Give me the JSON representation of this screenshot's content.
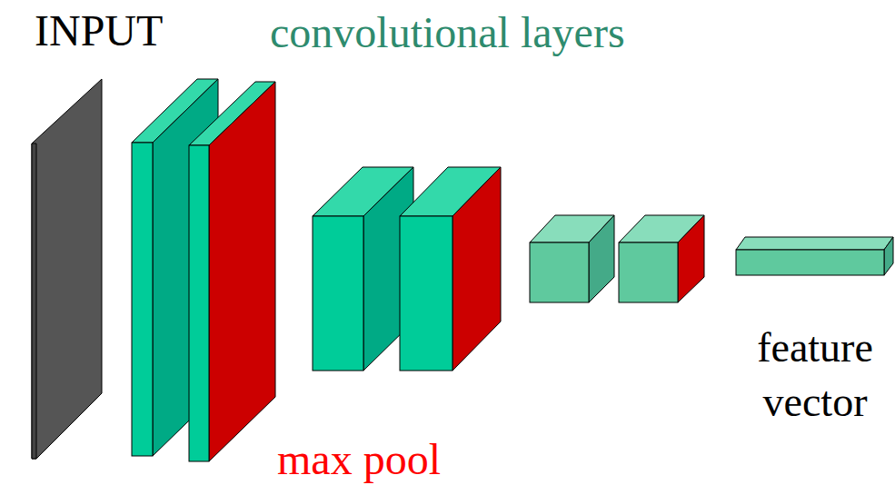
{
  "diagram": {
    "labels": [
      "INPUT",
      "convolutional layers",
      "max pool",
      "feature vector"
    ]
  }
}
